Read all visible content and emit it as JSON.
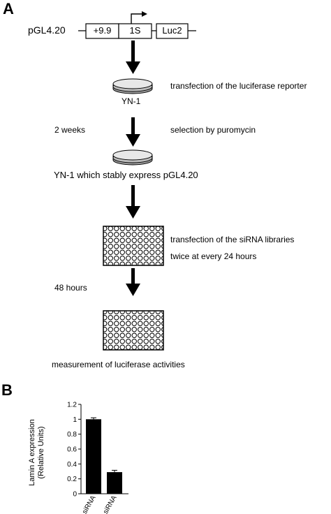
{
  "panel_a": {
    "label": "A",
    "construct": {
      "name": "pGL4.20",
      "segments": [
        "+9.9",
        "1S",
        "Luc2"
      ]
    },
    "steps": [
      {
        "item": "YN-1",
        "right_text": "transfection of the luciferase reporter"
      },
      {
        "left_text": "2 weeks",
        "right_text": "selection by puromycin"
      },
      {
        "item": "YN-1 which stably express pGL4.20"
      },
      {
        "right_text_lines": [
          "transfection of the siRNA libraries",
          "twice at every 24 hours"
        ]
      },
      {
        "left_text": "48 hours"
      },
      {
        "bottom_text": "measurement of luciferase activities"
      }
    ]
  },
  "panel_b": {
    "label": "B",
    "chart_data": {
      "type": "bar",
      "categories": [
        "NC siRNA",
        "PC siRNA"
      ],
      "values": [
        1.0,
        0.29
      ],
      "errors": [
        0.02,
        0.025
      ],
      "ylabel_lines": [
        "Lamin A expression",
        "(Relative Units)"
      ],
      "ylim": [
        0,
        1.2
      ],
      "yticks": [
        "0",
        "0.2",
        "0.4",
        "0.6",
        "0.8",
        "1",
        "1.2"
      ],
      "bar_color": "#000000"
    }
  }
}
